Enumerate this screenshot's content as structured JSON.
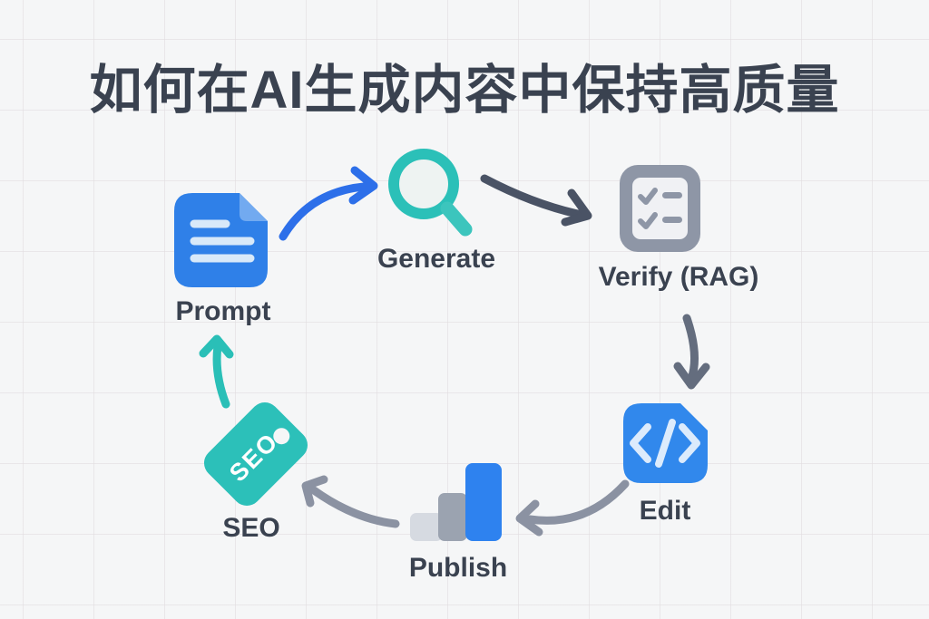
{
  "title": "如何在AI生成内容中保持高质量",
  "diagram": {
    "type": "cycle",
    "nodes": [
      {
        "id": "prompt",
        "label": "Prompt",
        "icon": "document-icon"
      },
      {
        "id": "generate",
        "label": "Generate",
        "icon": "magnifier-icon"
      },
      {
        "id": "verify",
        "label": "Verify (RAG)",
        "icon": "checklist-icon"
      },
      {
        "id": "edit",
        "label": "Edit",
        "icon": "code-icon"
      },
      {
        "id": "publish",
        "label": "Publish",
        "icon": "bar-chart-icon"
      },
      {
        "id": "seo",
        "label": "SEO",
        "icon": "price-tag-icon"
      }
    ],
    "flow": [
      "Prompt",
      "Generate",
      "Verify (RAG)",
      "Edit",
      "Publish",
      "SEO",
      "Prompt"
    ],
    "tag_text": "SEO"
  },
  "colors": {
    "background": "#f5f6f7",
    "text": "#3a4250",
    "blue": "#2f80e8",
    "blue_light": "#d8e9f9",
    "teal": "#2bc0b8",
    "gray_icon": "#8e96a6",
    "gray_icon_inner": "#f0f1f4",
    "arrow_gray": "#8b92a2",
    "arrow_dark": "#4a5365",
    "bar_light": "#d6dae1",
    "bar_mid": "#9ba3b0"
  }
}
